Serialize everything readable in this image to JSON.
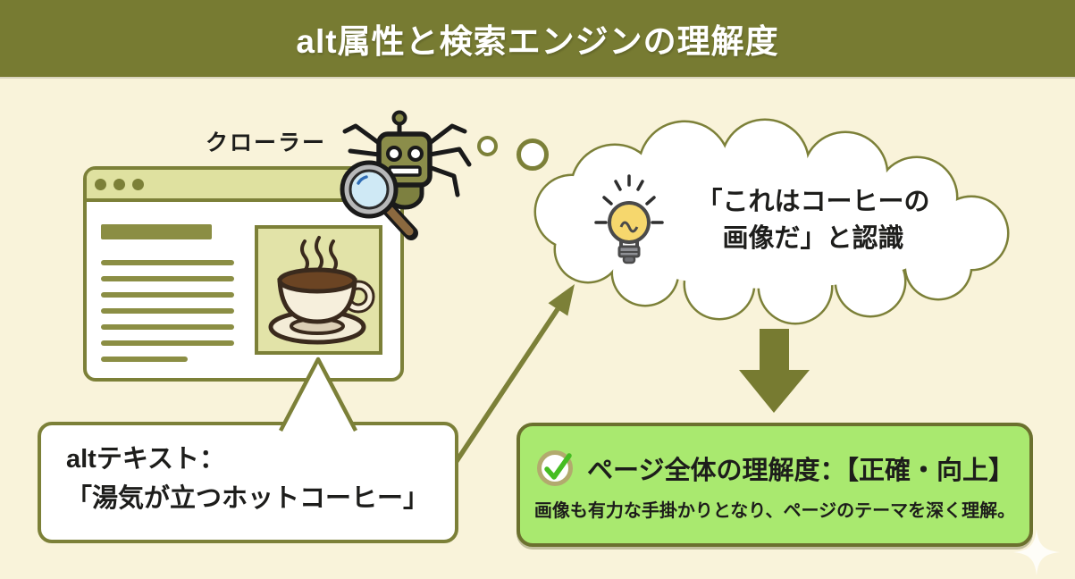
{
  "header": {
    "title": "alt属性と検索エンジンの理解度"
  },
  "crawler": {
    "label": "クローラー"
  },
  "browser": {
    "window_dots_count": 3,
    "placeholder_line_widths": [
      149,
      149,
      149,
      149,
      149,
      149,
      97
    ],
    "image_subject": "steaming-coffee-cup-illustration"
  },
  "thought_cloud": {
    "line1": "「これはコーヒーの",
    "line2": "画像だ」と認識"
  },
  "alt_bubble": {
    "line1": "altテキスト：",
    "line2": "「湯気が立つホットコーヒー」"
  },
  "result_box": {
    "title": "ページ全体の理解度：【正確・向上】",
    "subtitle": "画像も有力な手掛かりとなり、ページのテーマを深く理解。"
  },
  "icons": {
    "crawler": "robot-spider-icon",
    "magnifier": "magnifying-glass-icon",
    "idea": "lightbulb-icon",
    "check": "check-circle-icon",
    "sparkle": "sparkle-icon",
    "window_dots": "window-control-dots"
  },
  "colors": {
    "header_bg": "#777b32",
    "background": "#f9f3da",
    "olive": "#7c8038",
    "olive_dark": "#6b702e",
    "olive_fill": "#8b8e44",
    "browser_bar": "#dfe1a0",
    "image_bg": "#e2e3a8",
    "robot_body": "#8b8d4a",
    "lens_blue": "#cfe9f5",
    "handle_brown": "#8b693f",
    "bulb_yellow": "#f6d76d",
    "result_bg": "#a9e96f",
    "check_green": "#46bd22",
    "check_ring": "#b2aa6e",
    "ink": "#1d1d1b",
    "white": "#ffffff"
  }
}
